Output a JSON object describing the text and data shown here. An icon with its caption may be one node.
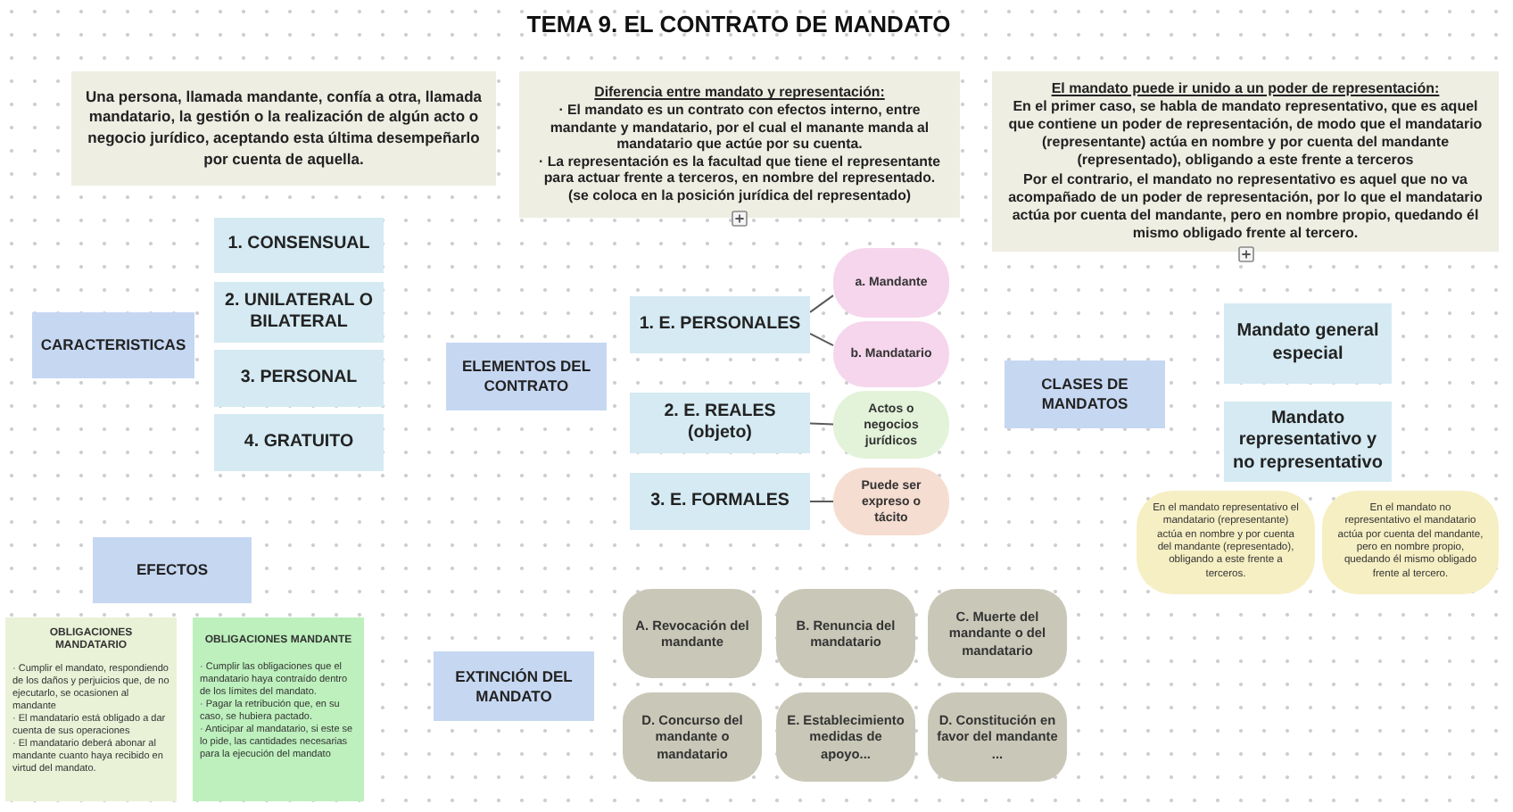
{
  "diagram": {
    "title": "TEMA 9. EL CONTRATO DE MANDATO",
    "nodes": [
      {
        "text": [
          "Una persona, llamada mandante, confía a otra, llamada mandatario, la gestión o la realización de algún acto o negocio jurídico, aceptando esta última desempeñarlo por cuenta de aquella."
        ]
      },
      {
        "text": [
          "Diferencia entre mandato y representación:",
          "· El mandato es un contrato con efectos interno, entre mandante y mandatario, por el cual el manante manda al mandatario que actúe por su cuenta.",
          "· La representación es la facultad que tiene el representante para actuar frente a terceros, en nombre del representado.",
          "(se coloca en la posición jurídica del representado)"
        ]
      },
      {
        "text": [
          "El mandato puede ir unido a un poder de representación:",
          "En el primer caso, se habla de mandato representativo, que es aquel que contiene un poder de representación, de modo que el mandatario (representante) actúa en nombre y por cuenta del mandante (representado), obligando a este frente a terceros",
          "Por el contrario, el mandato no representativo es aquel que no va acompañado de un poder de representación, por lo que el mandatario actúa por cuenta del mandante, pero en nombre propio, quedando él mismo obligado frente al tercero."
        ]
      },
      {
        "text": [
          "CARACTERISTICAS"
        ]
      },
      {
        "text": [
          "1. CONSENSUAL"
        ]
      },
      {
        "text": [
          "2. UNILATERAL O BILATERAL"
        ]
      },
      {
        "text": [
          "3. PERSONAL"
        ]
      },
      {
        "text": [
          "4. GRATUITO"
        ]
      },
      {
        "text": [
          "ELEMENTOS DEL CONTRATO"
        ]
      },
      {
        "text": [
          "1. E. PERSONALES"
        ]
      },
      {
        "text": [
          "a. Mandante"
        ]
      },
      {
        "text": [
          "b. Mandatario"
        ]
      },
      {
        "text": [
          "2. E. REALES (objeto)"
        ]
      },
      {
        "text": [
          "Actos o negocios jurídicos"
        ]
      },
      {
        "text": [
          "3. E. FORMALES"
        ]
      },
      {
        "text": [
          "Puede ser expreso o tácito"
        ]
      },
      {
        "text": [
          "CLASES DE MANDATOS"
        ]
      },
      {
        "text": [
          "Mandato general especial"
        ]
      },
      {
        "text": [
          "Mandato representativo y no representativo"
        ]
      },
      {
        "text": [
          "En el mandato representativo el mandatario (representante) actúa en nombre y por cuenta del mandante (representado), obligando a este frente a terceros."
        ]
      },
      {
        "text": [
          "En el mandato no representativo el mandatario actúa por cuenta del mandante, pero en nombre propio, quedando él mismo obligado frente al tercero."
        ]
      },
      {
        "text": [
          "EFECTOS"
        ]
      },
      {
        "text": [
          "OBLIGACIONES MANDATARIO",
          "· Cumplir el mandato, respondiendo de los daños y perjuicios que, de no ejecutarlo, se ocasionen al mandante",
          "· El mandatario está obligado a dar cuenta de sus operaciones",
          "· El mandatario deberá abonar al mandante cuanto haya recibido en virtud del mandato."
        ]
      },
      {
        "text": [
          "OBLIGACIONES MANDANTE",
          "· Cumplir las obligaciones que el mandatario haya contraído dentro de los límites del mandato.",
          "· Pagar la retribución que, en su caso, se hubiera pactado.",
          "· Anticipar al mandatario, si este se lo pide, las cantidades necesarias para la ejecución del mandato"
        ]
      },
      {
        "text": [
          "EXTINCIÓN DEL MANDATO"
        ]
      },
      {
        "text": [
          "A. Revocación del mandante"
        ]
      },
      {
        "text": [
          "B. Renuncia del mandatario"
        ]
      },
      {
        "text": [
          "C. Muerte del mandante o del mandatario"
        ]
      },
      {
        "text": [
          "D. Concurso del mandante o mandatario"
        ]
      },
      {
        "text": [
          "E. Establecimiento medidas de apoyo..."
        ]
      },
      {
        "text": [
          "D. Constitución en favor del mandante ..."
        ]
      }
    ],
    "edges": [
      {
        "from": 9,
        "to": 10,
        "arrow": "none"
      },
      {
        "from": 9,
        "to": 11,
        "arrow": "none"
      },
      {
        "from": 12,
        "to": 13,
        "arrow": "none"
      },
      {
        "from": 14,
        "to": 15,
        "arrow": "none"
      }
    ]
  }
}
